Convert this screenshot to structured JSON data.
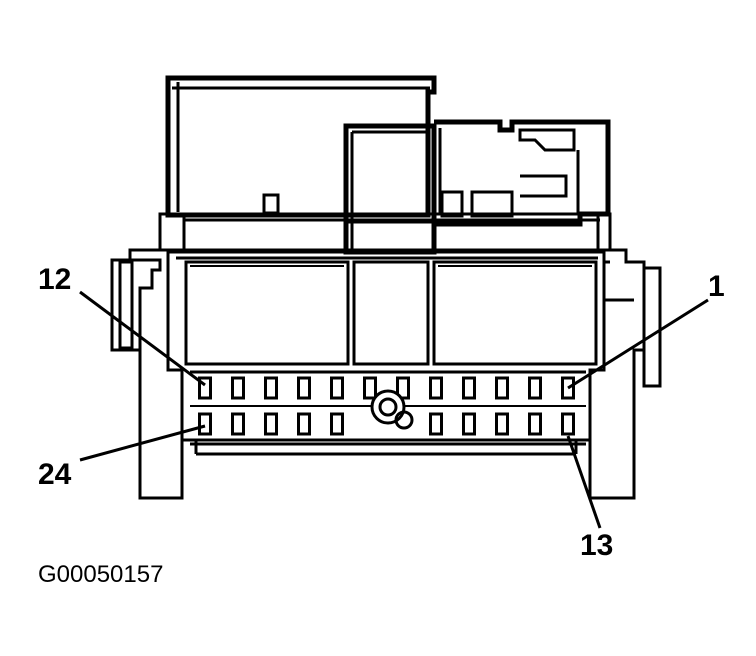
{
  "labels": {
    "pin_top_left": "12",
    "pin_top_right": "1",
    "pin_bottom_left": "24",
    "pin_bottom_right": "13"
  },
  "figure_id": "G00050157",
  "pins": {
    "top_row": 12,
    "bottom_row": 12
  }
}
